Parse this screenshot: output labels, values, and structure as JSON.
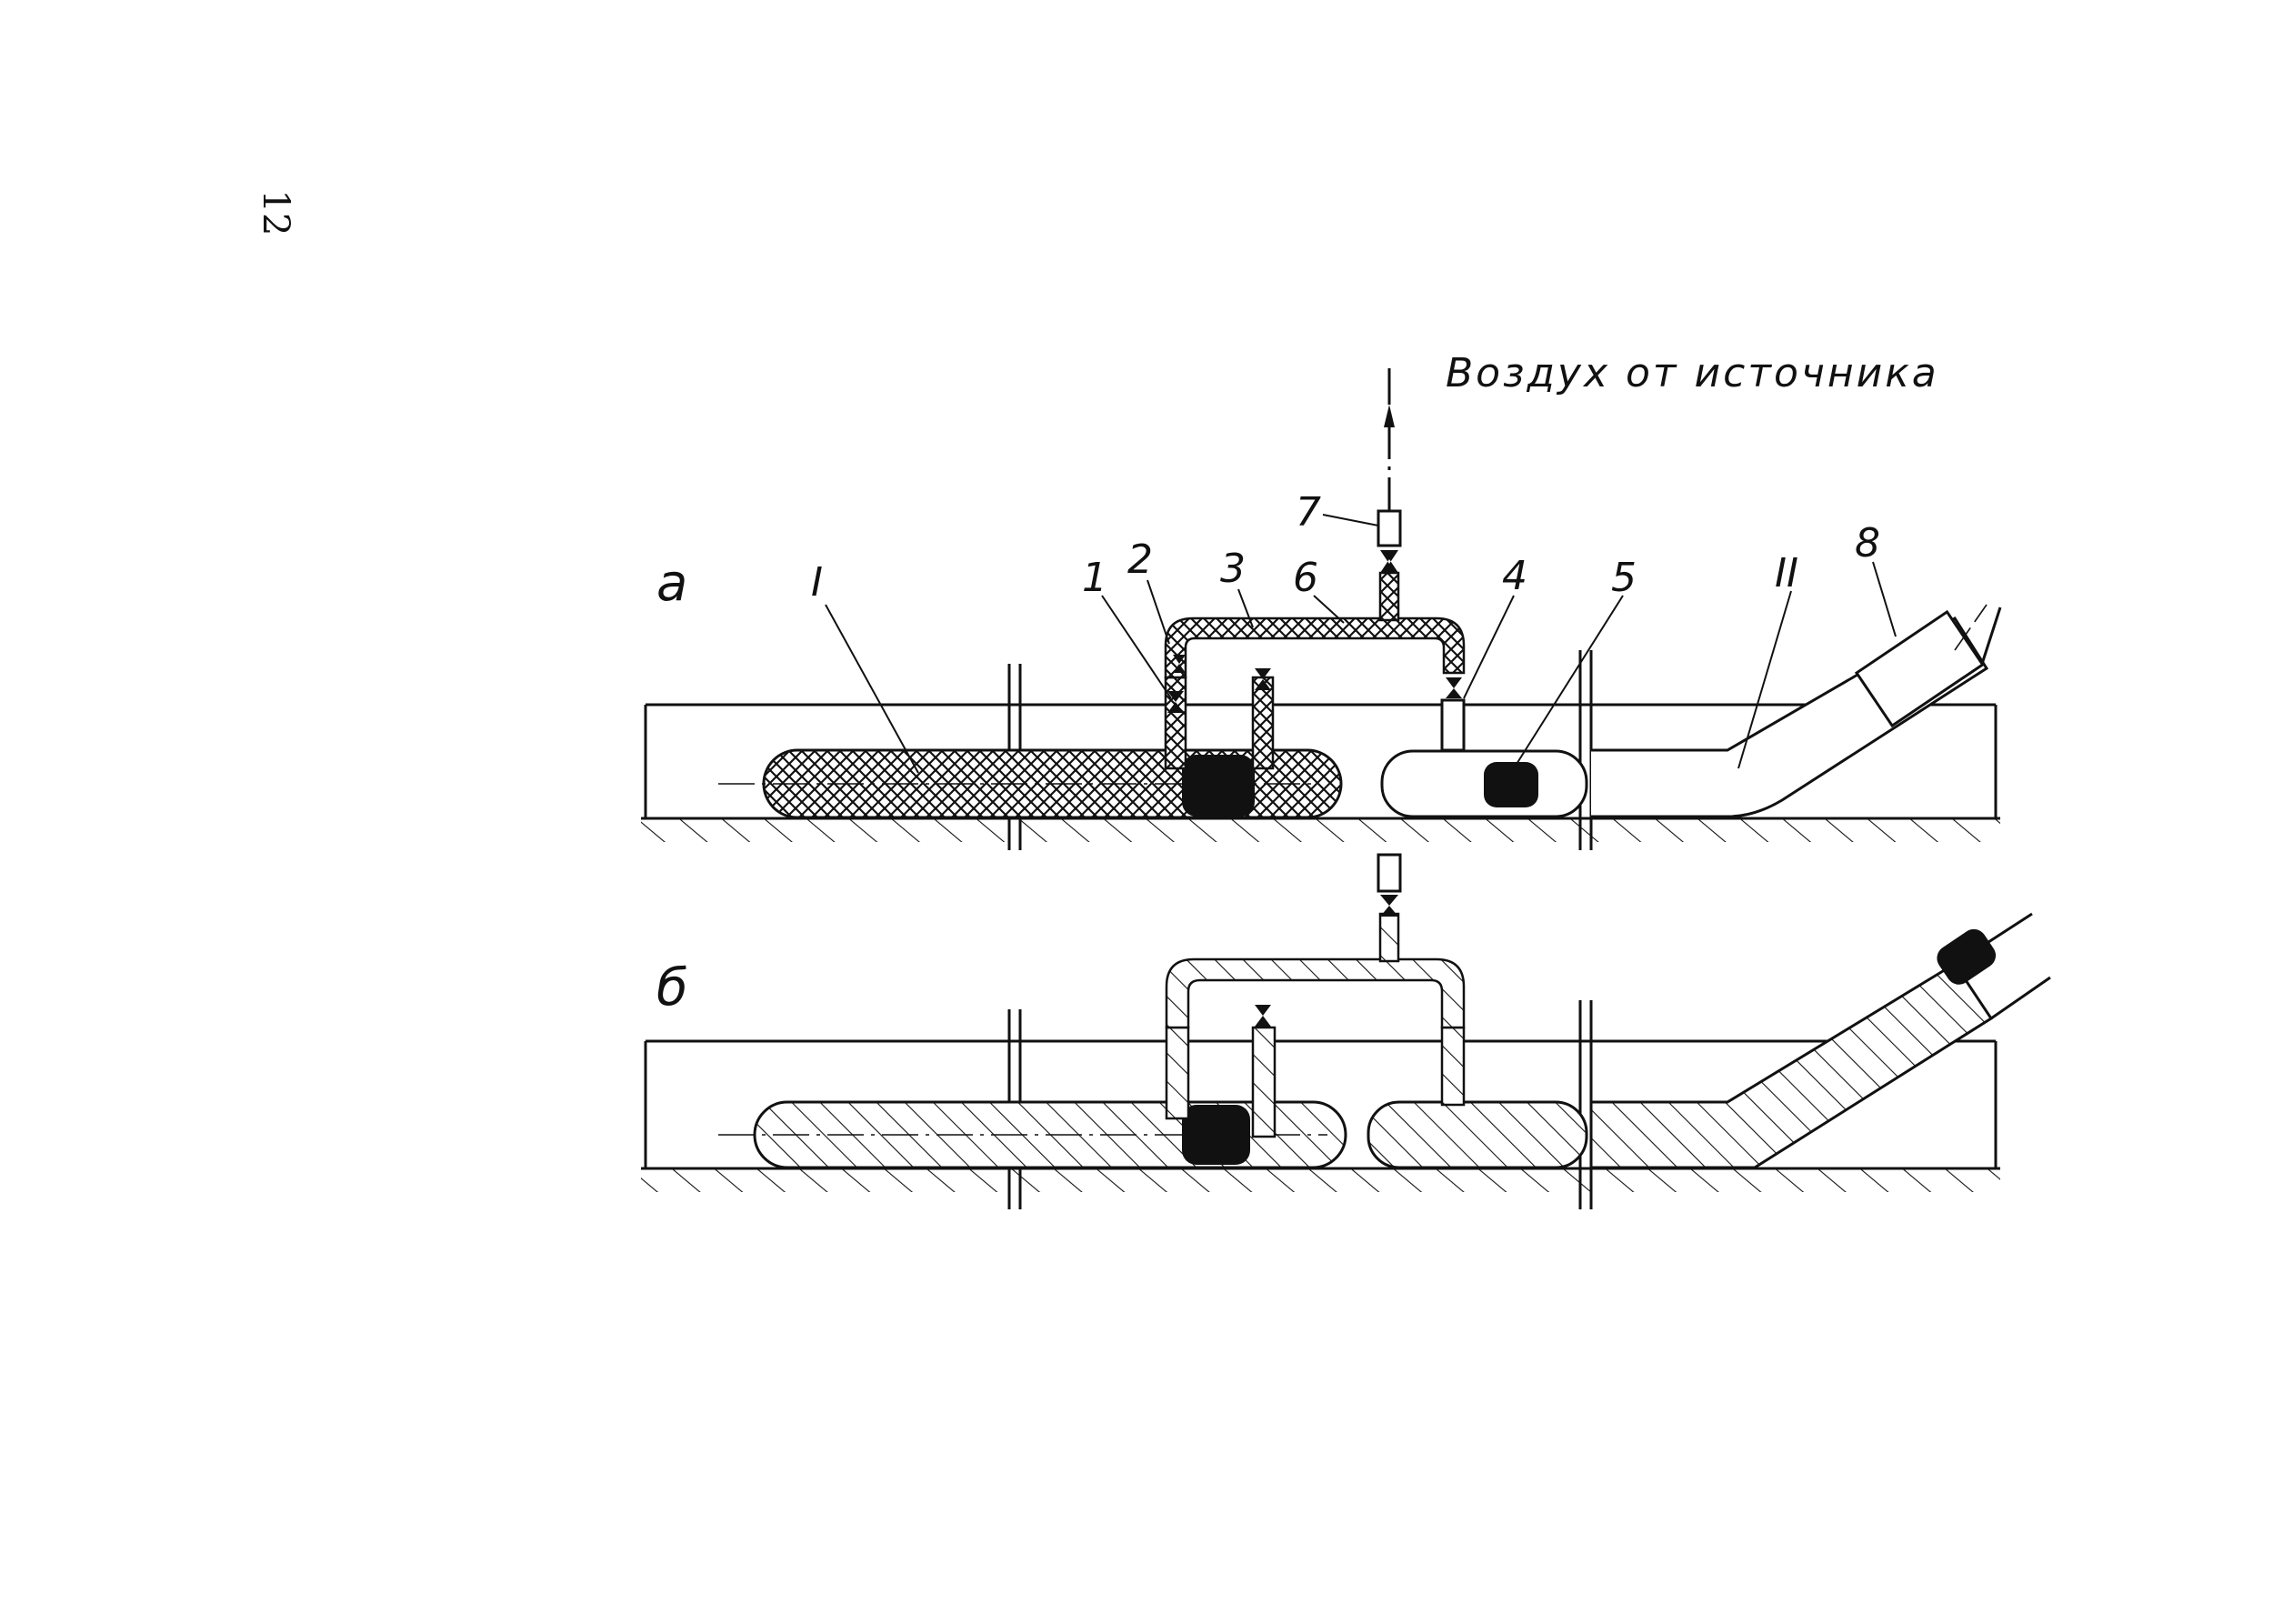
{
  "page_number": "12",
  "caption": {
    "air_source": "Воздух от источника"
  },
  "views": {
    "a": "а",
    "b": "б"
  },
  "zones": {
    "zone_1": "I",
    "zone_2": "II"
  },
  "part_labels": {
    "p1": "1",
    "p2": "2",
    "p3": "3",
    "p4": "4",
    "p5": "5",
    "p6": "6",
    "p7": "7",
    "p8": "8"
  }
}
